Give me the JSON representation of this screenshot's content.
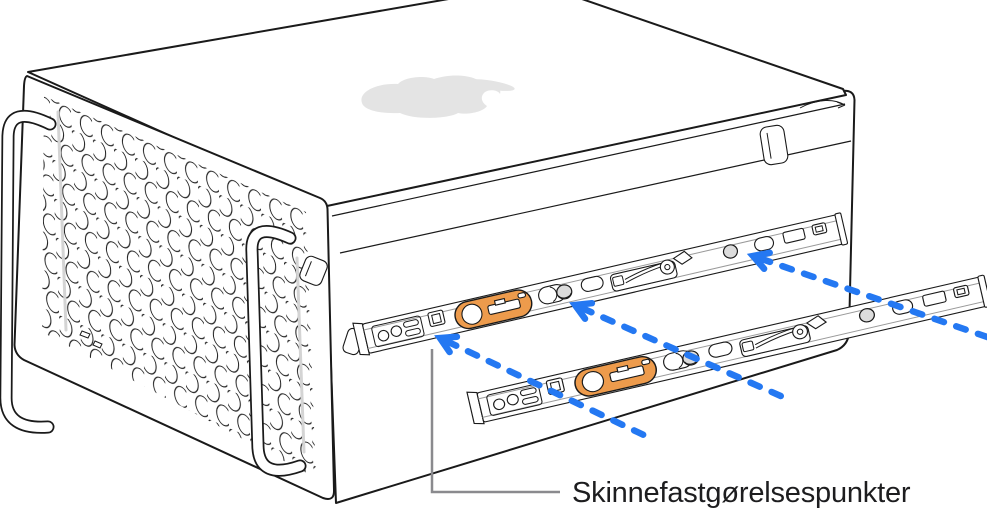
{
  "figure": {
    "type": "technical-illustration",
    "subject": "mac-pro-rack-with-rails",
    "caption": "Skinnefastgørelsespunkter"
  },
  "colors": {
    "background": "#ffffff",
    "outline": "#1a1a1a",
    "detail_gray": "#9a9a9a",
    "highlight_gray": "#d4d4d4",
    "logo_gray": "#e4e4e4",
    "callout_gray": "#8a8a8e",
    "slider_orange": "#ED9B4C",
    "arrow_blue": "#2478F2",
    "caption_color": "#1d1d1f"
  },
  "icons": [
    {
      "name": "apple-logo-icon"
    }
  ]
}
